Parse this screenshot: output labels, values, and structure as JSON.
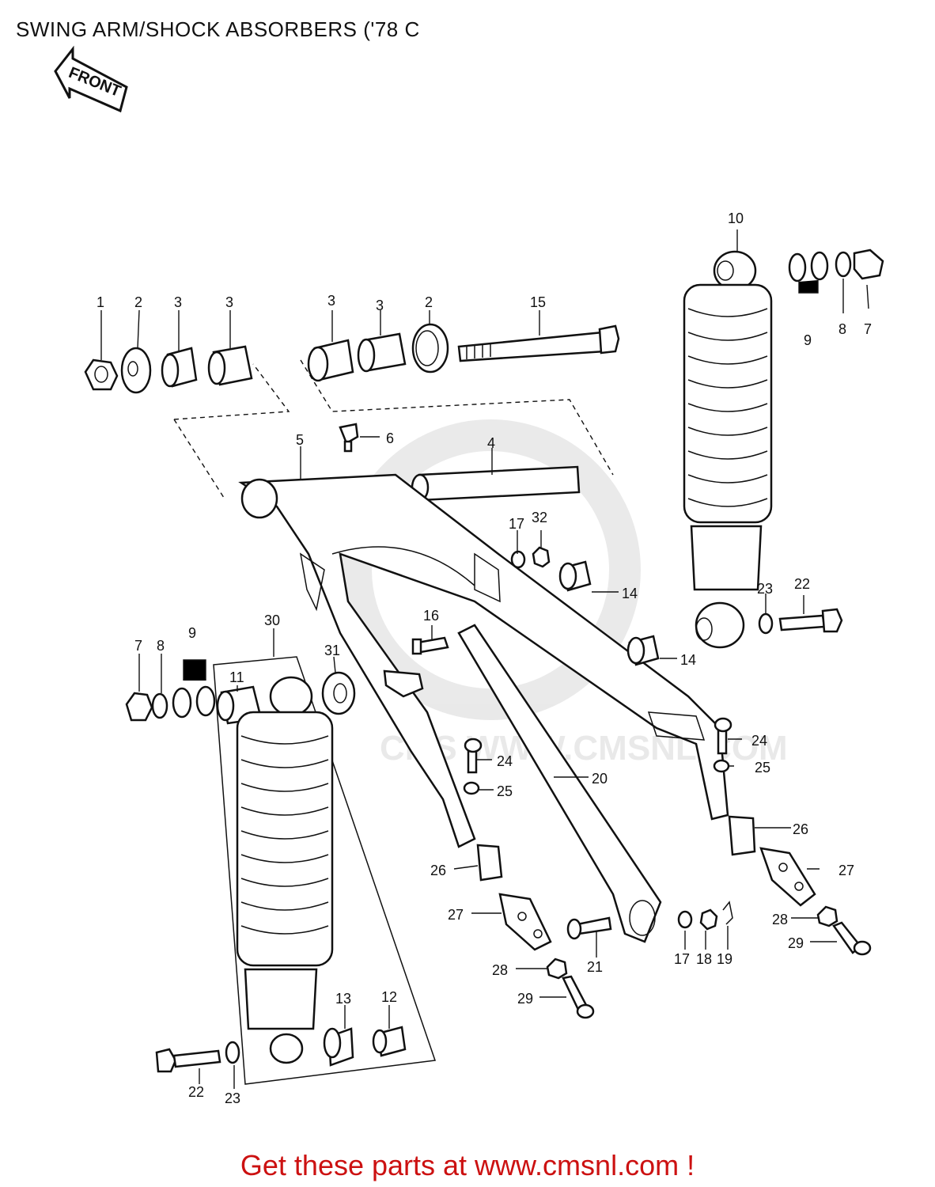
{
  "title": "SWING ARM/SHOCK ABSORBERS ('78 C",
  "front_label": "FRONT",
  "watermark": "CMS WWW.CMSNL.COM",
  "footer": "Get these parts at www.cmsnl.com !",
  "callouts": {
    "c1": "1",
    "c2a": "2",
    "c3a": "3",
    "c3b": "3",
    "c3c": "3",
    "c3d": "3",
    "c2b": "2",
    "c15": "15",
    "c10": "10",
    "c9a": "9",
    "c8a": "8",
    "c7a": "7",
    "c6": "6",
    "c5": "5",
    "c4": "4",
    "c17a": "17",
    "c32": "32",
    "c14a": "14",
    "c14b": "14",
    "c23a": "23",
    "c22a": "22",
    "c16": "16",
    "c31": "31",
    "c30": "30",
    "c11": "11",
    "c7b": "7",
    "c8b": "8",
    "c9b": "9",
    "c24a": "24",
    "c25a": "25",
    "c24b": "24",
    "c25b": "25",
    "c20": "20",
    "c26a": "26",
    "c26b": "26",
    "c27a": "27",
    "c27b": "27",
    "c28a": "28",
    "c29a": "29",
    "c28b": "28",
    "c29b": "29",
    "c21": "21",
    "c17b": "17",
    "c18": "18",
    "c19": "19",
    "c13": "13",
    "c12": "12",
    "c22b": "22",
    "c23b": "23"
  }
}
